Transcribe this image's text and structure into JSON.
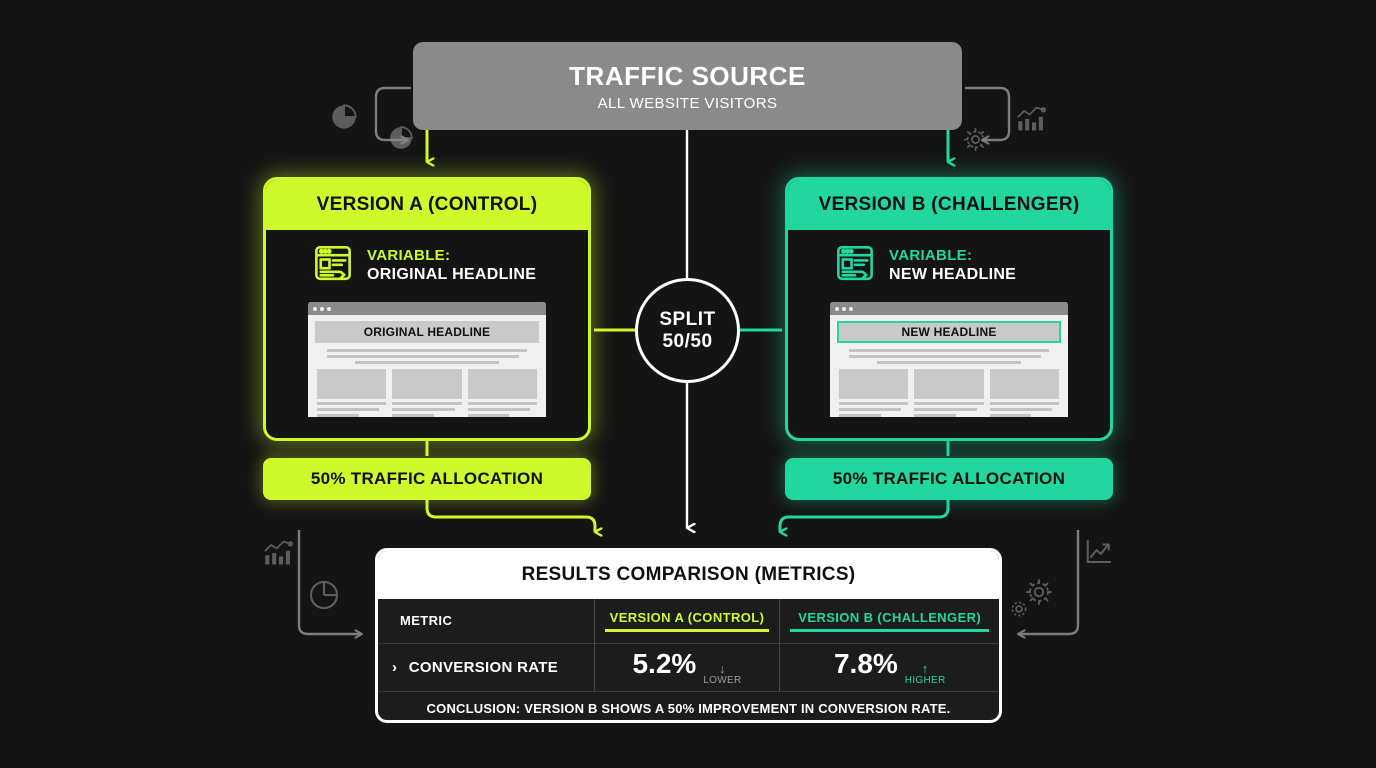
{
  "traffic_source": {
    "title": "TRAFFIC SOURCE",
    "subtitle": "ALL WEBSITE VISITORS"
  },
  "split": {
    "line1": "SPLIT",
    "line2": "50/50"
  },
  "version_a": {
    "header": "VERSION A (CONTROL)",
    "variable_label": "VARIABLE:",
    "variable_value": "ORIGINAL HEADLINE",
    "mock_headline": "ORIGINAL HEADLINE",
    "allocation": "50% TRAFFIC ALLOCATION",
    "color": "#CEF92B"
  },
  "version_b": {
    "header": "VERSION B (CHALLENGER)",
    "variable_label": "VARIABLE:",
    "variable_value": "NEW HEADLINE",
    "mock_headline": "NEW HEADLINE",
    "allocation": "50% TRAFFIC ALLOCATION",
    "color": "#22D6A0"
  },
  "results": {
    "title": "RESULTS COMPARISON (METRICS)",
    "columns": [
      "METRIC",
      "VERSION A (CONTROL)",
      "VERSION B (CHALLENGER)"
    ],
    "rows": [
      {
        "metric": "CONVERSION RATE",
        "value_a": "5.2%",
        "tag_a": "LOWER",
        "arrow_a": "↓",
        "value_b": "7.8%",
        "tag_b": "HIGHER",
        "arrow_b": "↑"
      }
    ],
    "conclusion": "CONCLUSION: VERSION B SHOWS A 50% IMPROVEMENT IN CONVERSION RATE."
  },
  "theme": {
    "background": "#141414",
    "lime": "#CEF92B",
    "teal": "#22D6A0",
    "white": "#FFFFFF",
    "gray": "#8A8A8A"
  }
}
